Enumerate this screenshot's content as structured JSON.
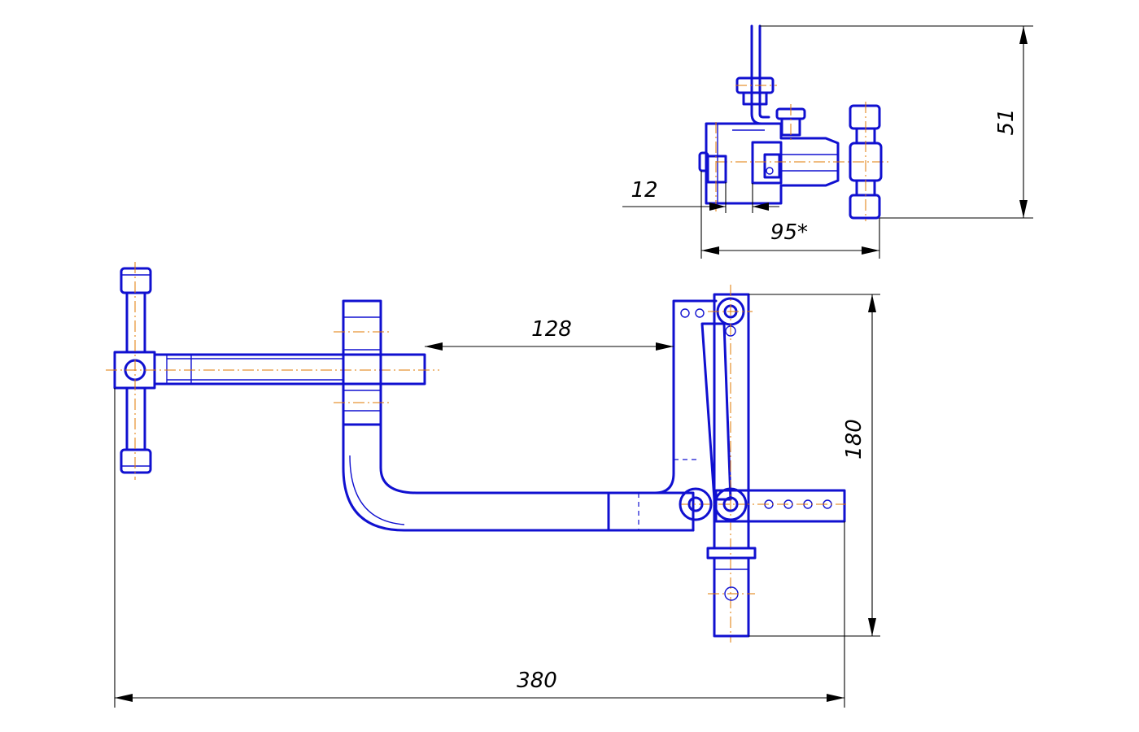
{
  "drawing": {
    "colors": {
      "part_outline": "#1010d0",
      "center_line": "#e07800",
      "dimension": "#000000",
      "background": "#ffffff"
    },
    "dimensions": {
      "overall_length": "380",
      "jaw_offset": "128",
      "height_front": "180",
      "height_top_view": "51",
      "width_top_view": "95*",
      "jaw_gap": "12"
    }
  }
}
